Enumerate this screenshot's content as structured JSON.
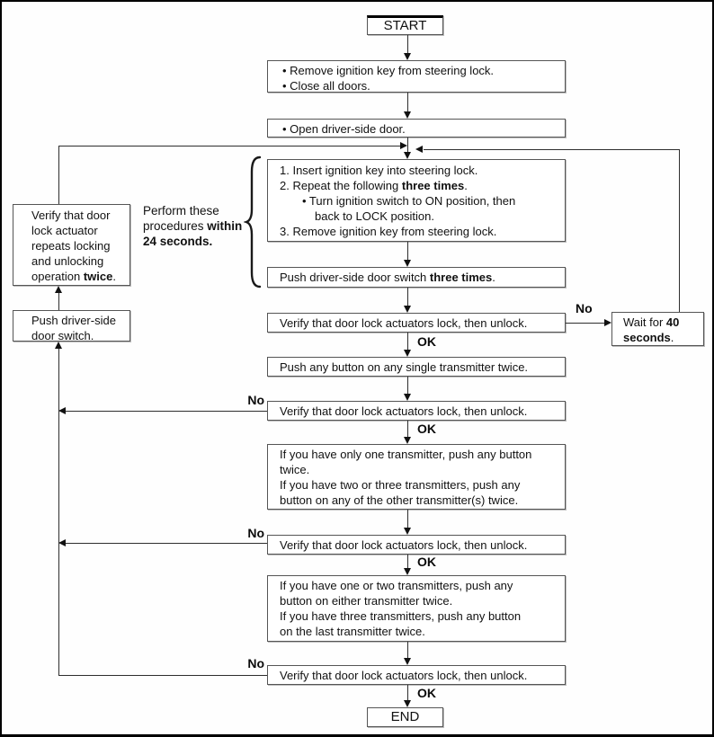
{
  "flowchart": {
    "labels": {
      "ok": "OK",
      "no": "No"
    },
    "boxes": {
      "start": "START",
      "end": "END",
      "prep": [
        "• Remove ignition key from steering lock.",
        "• Close all doors."
      ],
      "open_door": "• Open driver-side door.",
      "key_cycle": {
        "l1": "1. Insert ignition key into steering lock.",
        "l2_pre": "2. Repeat the following ",
        "l2_bold": "three times",
        "l2_post": ".",
        "l3": "• Turn ignition switch to ON position, then",
        "l4": "back to LOCK position.",
        "l5": "3. Remove ignition key from steering lock."
      },
      "push_three": {
        "pre": "Push driver-side door switch ",
        "bold": "three times",
        "post": "."
      },
      "verify": "Verify that door lock actuators lock, then unlock.",
      "push_any": "Push any button on any single transmitter twice.",
      "tx_first": [
        "If you have only one transmitter, push any button",
        "twice.",
        "If you have two or three transmitters, push any",
        "button on any of the other transmitter(s) twice."
      ],
      "tx_second": [
        "If you have one or two transmitters, push any",
        "button on either transmitter twice.",
        "If you have three transmitters, push any button",
        "on the last transmitter twice."
      ],
      "verify_repeat": {
        "l1": "Verify that door",
        "l2": "lock actuator",
        "l3": "repeats locking",
        "l4": "and unlocking",
        "l5_pre": "operation ",
        "l5_bold": "twice",
        "l5_post": "."
      },
      "push_switch": [
        "Push driver-side",
        "door switch."
      ],
      "wait": {
        "l1_pre": "Wait for ",
        "l1_bold": "40",
        "l2_bold": "seconds",
        "l2_post": "."
      }
    },
    "annotation": {
      "l1": "Perform these",
      "l2_pre": "procedures ",
      "l2_bold": "within",
      "l3_bold": "24 seconds."
    },
    "colors": {
      "line": "#2e2e2e",
      "text": "#111111",
      "box_border": "#555555",
      "background": "#fefefe"
    }
  }
}
